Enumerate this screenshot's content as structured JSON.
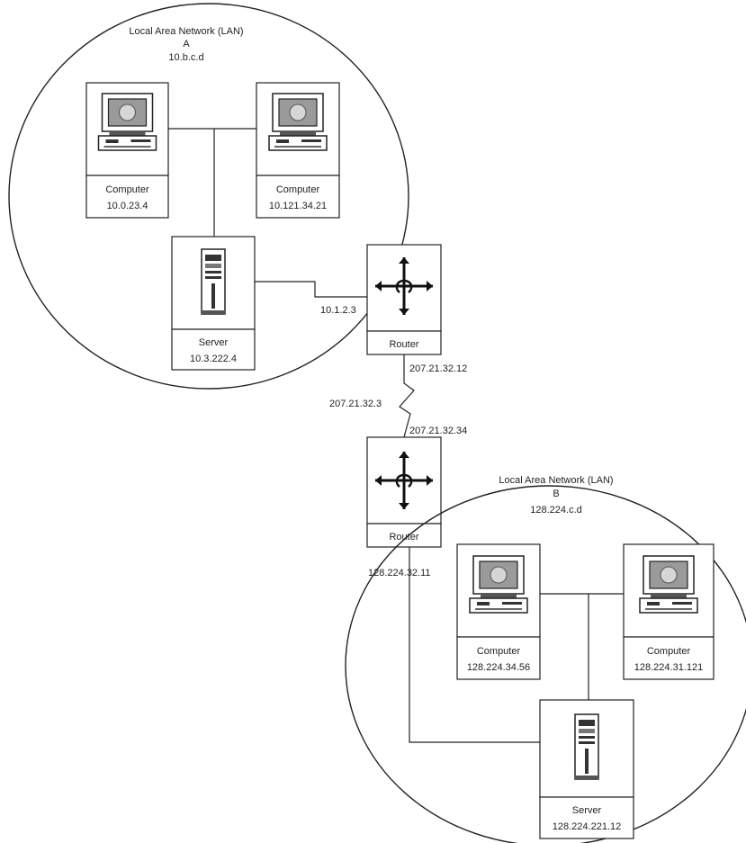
{
  "lan_a": {
    "title": "Local Area Network (LAN)",
    "letter": "A",
    "range": "10.b.c.d",
    "computer_1": {
      "label": "Computer",
      "ip": "10.0.23.4"
    },
    "computer_2": {
      "label": "Computer",
      "ip": "10.121.34.21"
    },
    "server": {
      "label": "Server",
      "ip": "10.3.222.4"
    }
  },
  "lan_b": {
    "title": "Local Area Network (LAN)",
    "letter": "B",
    "range": "128.224.c.d",
    "computer_1": {
      "label": "Computer",
      "ip": "128.224.34.56"
    },
    "computer_2": {
      "label": "Computer",
      "ip": "128.224.31.121"
    },
    "server": {
      "label": "Server",
      "ip": "128.224.221.12"
    }
  },
  "router_a": {
    "label": "Router",
    "lan_ip": "10.1.2.3",
    "wan_ip": "207.21.32.12"
  },
  "wan_link": {
    "ip": "207.21.32.3"
  },
  "router_b": {
    "label": "Router",
    "wan_ip": "207.21.32.34",
    "lan_ip": "128.224.32.11"
  },
  "icons": {
    "computer": "desktop-computer-icon",
    "server": "tower-server-icon",
    "router": "router-arrows-icon",
    "wan": "lightning-link-icon"
  }
}
